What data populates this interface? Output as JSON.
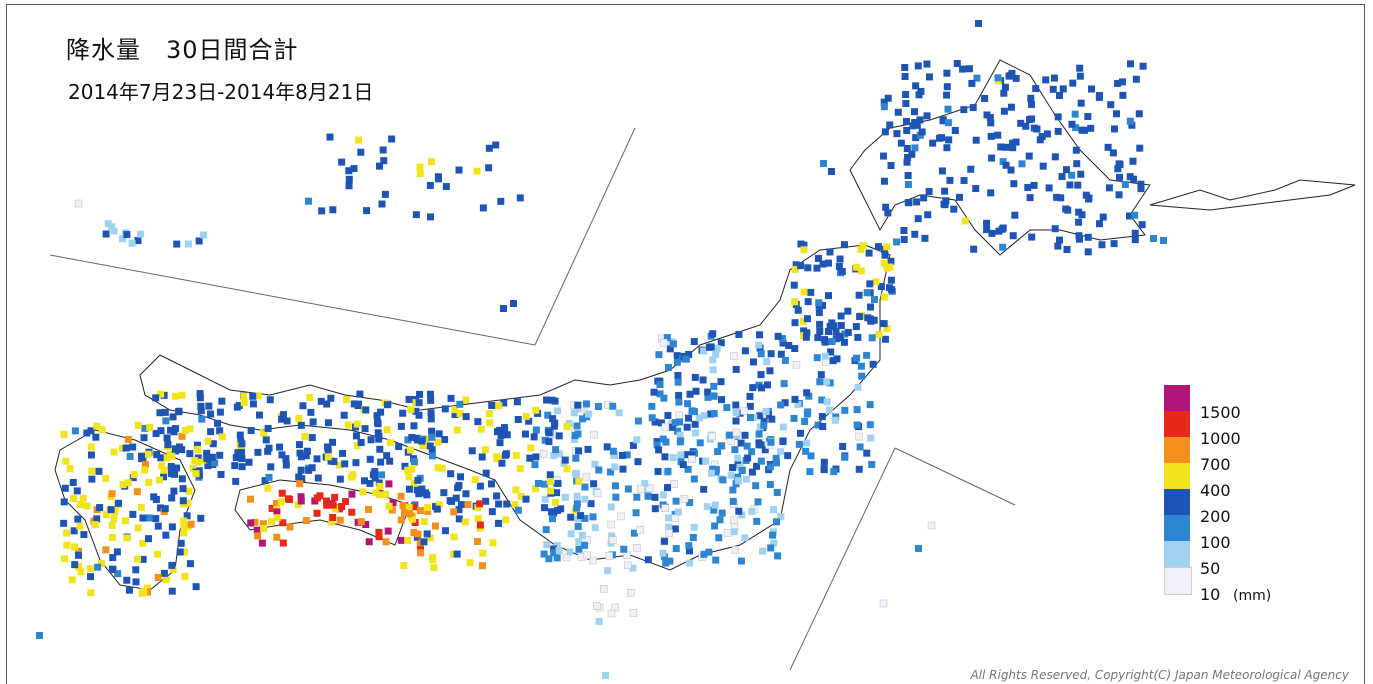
{
  "map": {
    "title": "降水量　30日間合計",
    "period": "2014年7月23日-2014年8月21日",
    "copyright": "All Rights Reserved, Copyright(C) Japan Meteorological Agency"
  },
  "legend": {
    "unit": "(mm)",
    "items": [
      {
        "label": "1500",
        "color": "#b0157a"
      },
      {
        "label": "1000",
        "color": "#e8281b"
      },
      {
        "label": "700",
        "color": "#f3901c"
      },
      {
        "label": "400",
        "color": "#f2e41c"
      },
      {
        "label": "200",
        "color": "#1e55b4"
      },
      {
        "label": "100",
        "color": "#2f86d0"
      },
      {
        "label": "50",
        "color": "#a0d2f0"
      },
      {
        "label": "10",
        "color": "#f0f0f8"
      }
    ]
  }
}
